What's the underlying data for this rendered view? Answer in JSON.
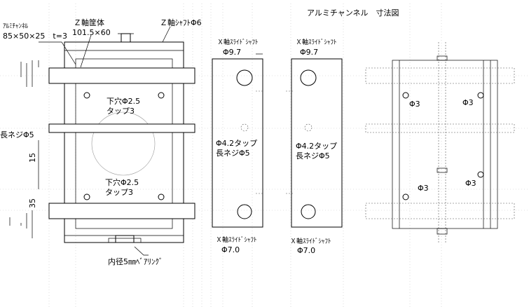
{
  "title": "アルミチャンネル　寸法図",
  "left_view": {
    "channel_label_1": "ｱﾙﾐﾁｬﾝﾈﾙ",
    "channel_label_2": "85×50×25　t=3",
    "z_case_label_1": "Ｚ軸筐体",
    "z_case_label_2": "101.5×60",
    "z_shaft_label": "Ｚ軸ｼｬﾌﾄΦ6",
    "hole_top_1": "下穴Φ2.5",
    "hole_top_2": "タップ3",
    "hole_bottom_1": "下穴Φ2.5",
    "hole_bottom_2": "タップ3",
    "long_screw": "長ネジΦ5",
    "dim_15": "15",
    "dim_35": "35",
    "bearing_label": "内径5㎜ﾍﾞｱﾘﾝｸﾞ"
  },
  "plate_a": {
    "shaft_top_label": "Ｘ軸ｽﾗｲﾄﾞｼｬﾌﾄ",
    "dia_top": "Φ9.7",
    "tap_label": "Φ4.2タップ",
    "screw_label": "長ネジΦ5",
    "shaft_bottom_label": "Ｘ軸ｽﾗｲﾄﾞｼｬﾌﾄ",
    "dia_bottom": "Φ7.0"
  },
  "plate_b": {
    "shaft_top_label": "Ｘ軸ｽﾗｲﾄﾞｼｬﾌﾄ",
    "dia_top": "Φ9.7",
    "tap_label": "Φ4.2タップ",
    "screw_label": "長ネジΦ5",
    "shaft_bottom_label": "Ｘ軸ｽﾗｲﾄﾞｼｬﾌﾄ",
    "dia_bottom": "Φ7.0"
  },
  "right_view": {
    "hole_tl": "Φ3",
    "hole_tr": "Φ3",
    "hole_bl": "Φ3",
    "hole_br": "Φ3"
  }
}
